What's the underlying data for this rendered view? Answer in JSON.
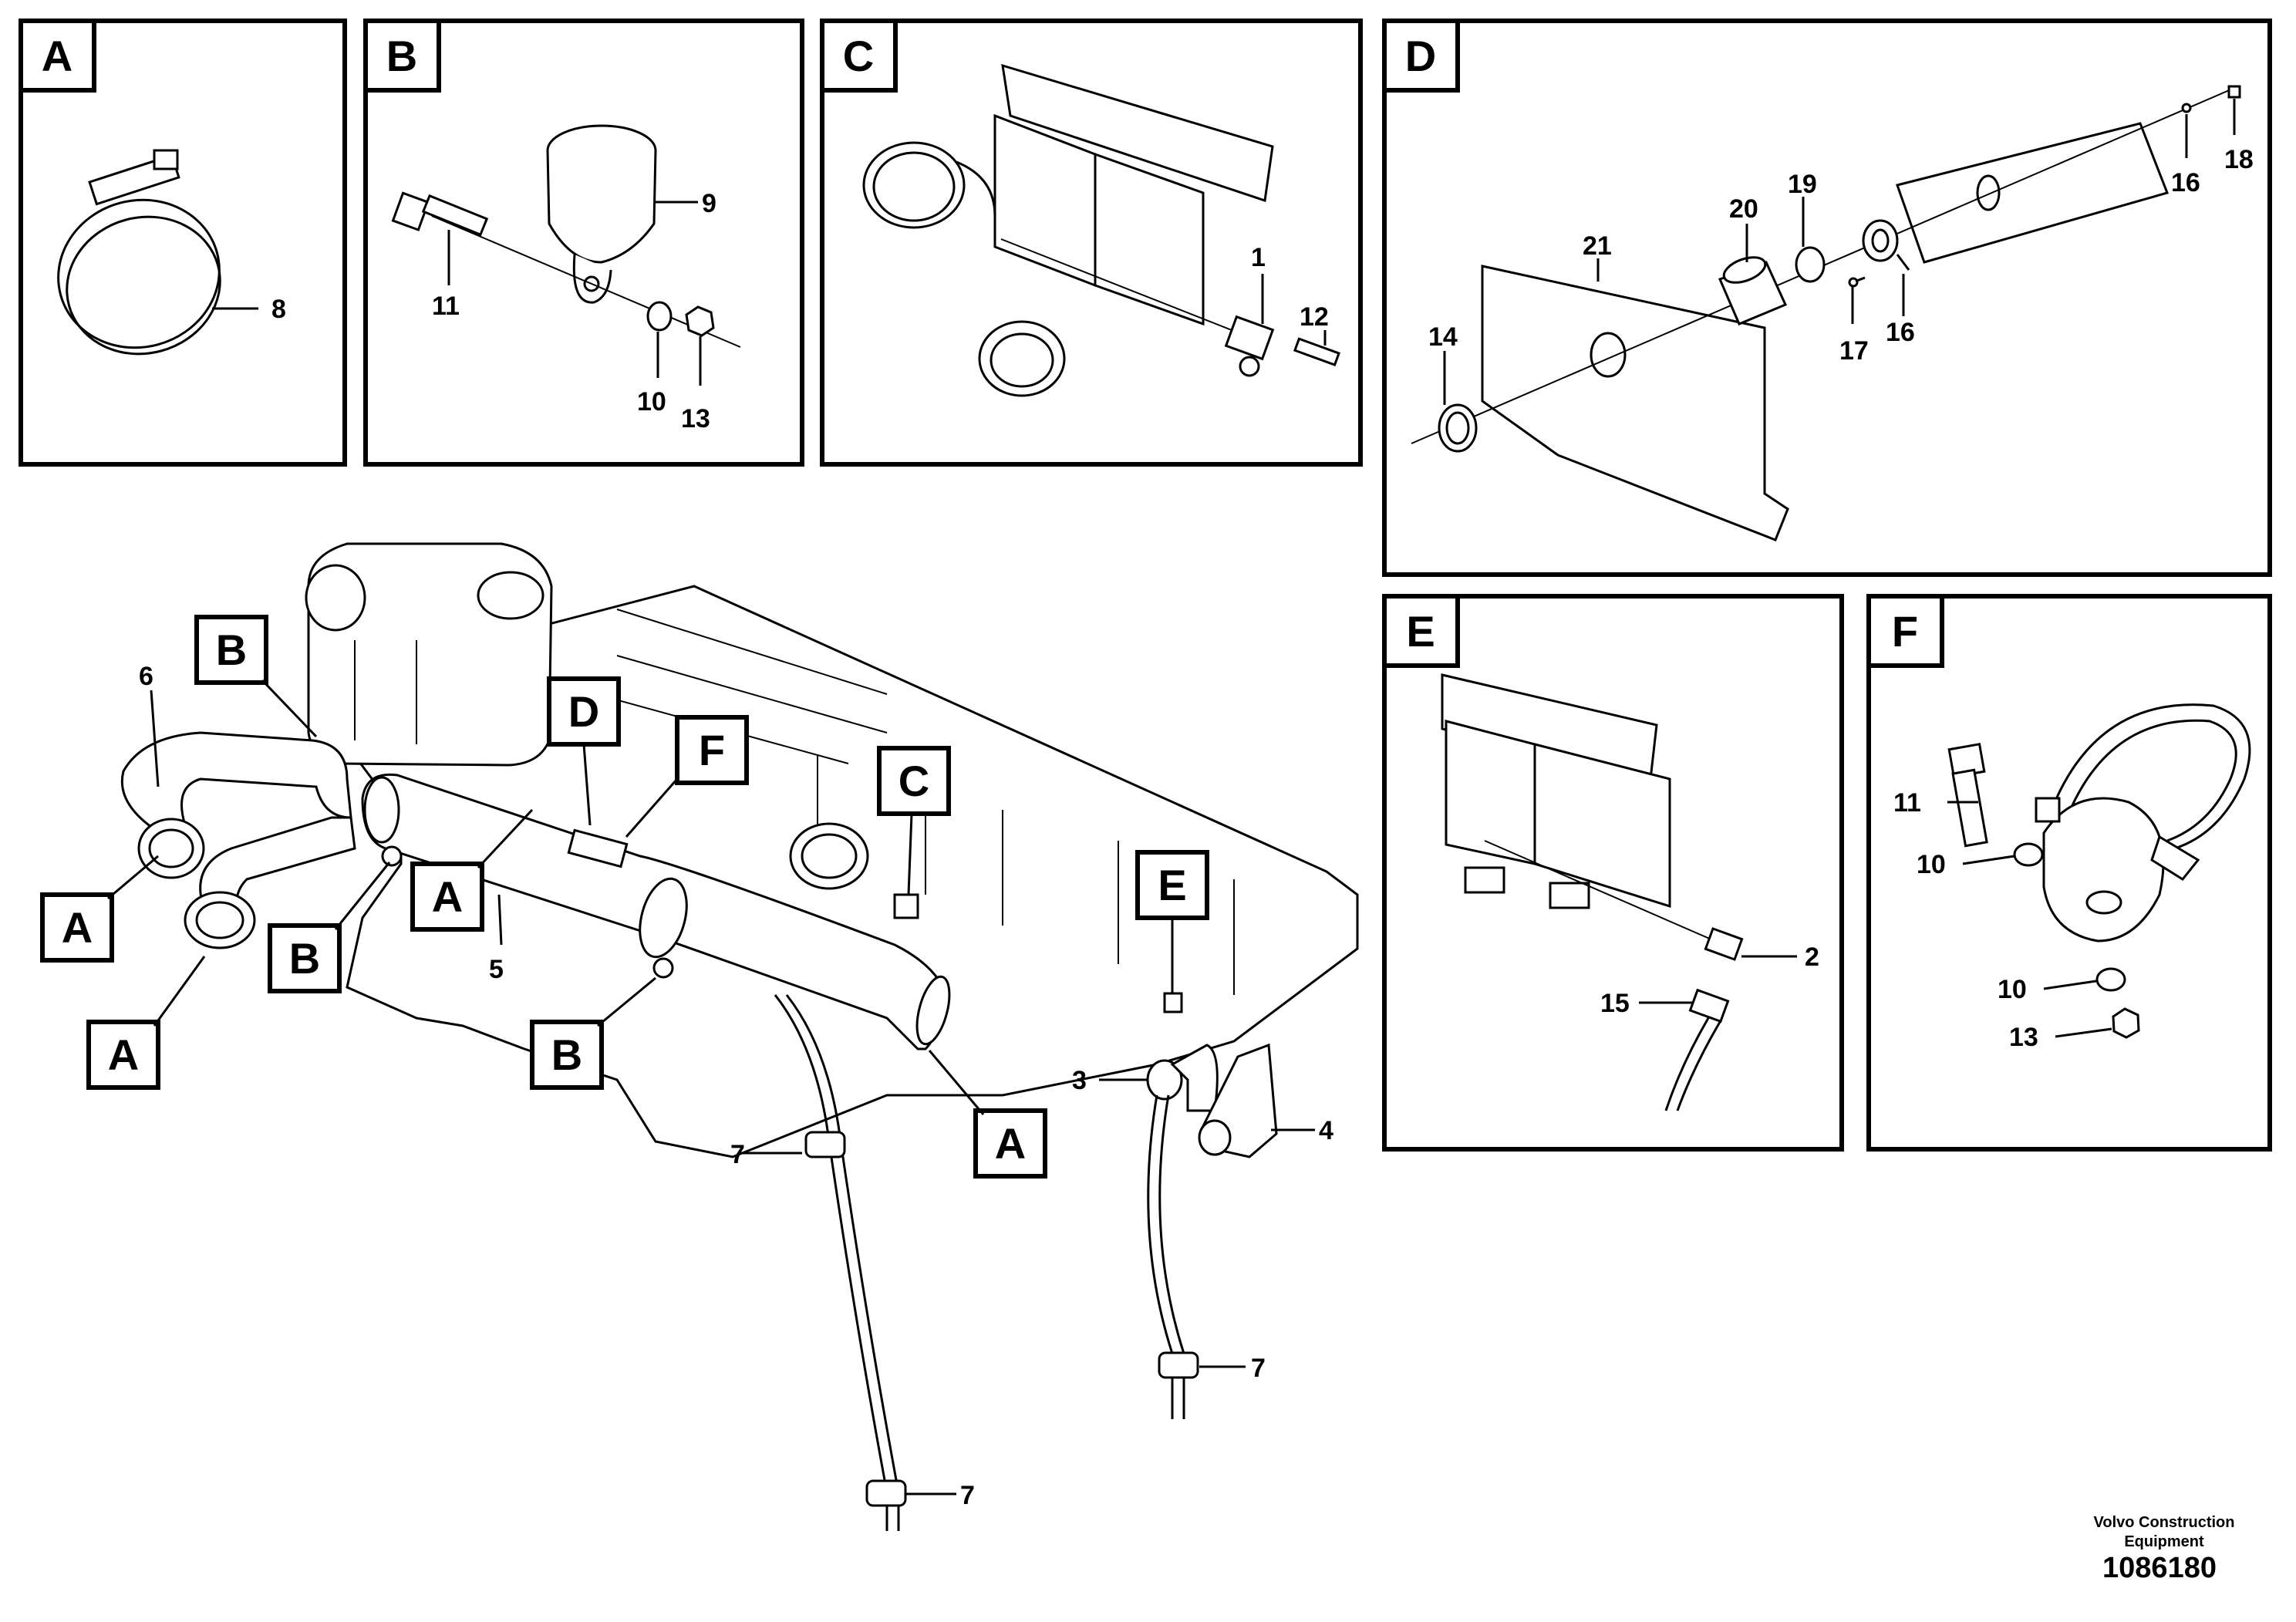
{
  "panels": {
    "A": "A",
    "B": "B",
    "C": "C",
    "D": "D",
    "E": "E",
    "F": "F"
  },
  "callouts": {
    "c1": "1",
    "c2": "2",
    "c3": "3",
    "c4": "4",
    "c5": "5",
    "c6": "6",
    "c7": "7",
    "c8": "8",
    "c9": "9",
    "c10": "10",
    "c11": "11",
    "c12": "12",
    "c13": "13",
    "c14": "14",
    "c15": "15",
    "c16": "16",
    "c17": "17",
    "c18": "18",
    "c19": "19",
    "c20": "20",
    "c21": "21"
  },
  "footer": {
    "company_line1": "Volvo Construction",
    "company_line2": "Equipment",
    "drawing_number": "1086180"
  }
}
